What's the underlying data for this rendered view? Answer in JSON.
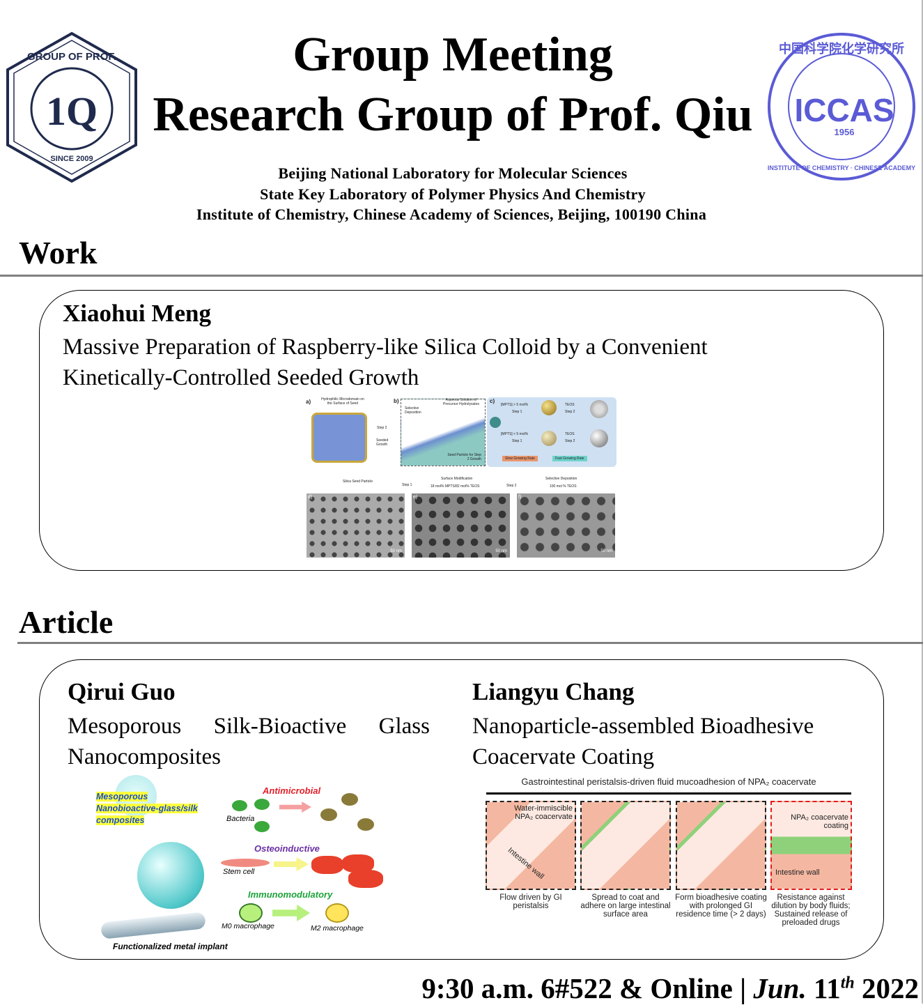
{
  "header": {
    "title": "Group Meeting",
    "subtitle": "Research Group of Prof. Qiu",
    "affiliations": [
      "Beijing National Laboratory for Molecular Sciences",
      "State Key Laboratory of Polymer Physics And Chemistry",
      "Institute of Chemistry, Chinese Academy of Sciences, Beijing, 100190 China"
    ],
    "logo_left": {
      "text": "RESEARCH GROUP OF PROF. DONG QIU",
      "since": "SINCE 2009"
    },
    "logo_right": {
      "text": "ICCAS",
      "year": "1956",
      "ring": "INSTITUTE OF CHEMISTRY CHINESE ACADEMY OF SCIENCES",
      "cn": "中国科学院化学研究所"
    }
  },
  "work": {
    "heading": "Work",
    "presenter": "Xiaohui Meng",
    "title_line1": "Massive Preparation of Raspberry-like Silica Colloid by a Convenient",
    "title_line2": "Kinetically-Controlled Seeded Growth",
    "figure": {
      "a_label": "a)",
      "a_note": "Hydrophilic Microdomain on the Surface of Seed",
      "b_label": "b)",
      "b_notes": [
        "Selective Deposition",
        "Aqueous Solution of Precursor Hydrolysates",
        "Seed Particle for Step 2 Growth"
      ],
      "arrow1": "Step 2",
      "arrow1b": "Seeded Growth",
      "c_label": "c)",
      "c_notes": [
        "[MPTS] > 5 mol%",
        "Step 1",
        "[MPTS] < 5 mol%",
        "Step 1",
        "TEOS",
        "Step 2",
        "TEOS",
        "Step 2",
        "Slow Growing Rate",
        "Fast Growing Rate"
      ],
      "flow": [
        "Silica Seed Particle",
        "Step 1",
        "Surface Modification",
        "18 mol% MPTS/82 mol% TEOS",
        "Step 2",
        "Selective Deposition",
        "100 mol % TEOS"
      ],
      "panels": [
        "d)",
        "e)",
        "f)"
      ],
      "scale": "50 nm"
    }
  },
  "article": {
    "heading": "Article",
    "left": {
      "presenter": "Qirui Guo",
      "title_line1": "Mesoporous Silk-Bioactive Glass",
      "title_line2": "Nanocomposites",
      "figure": {
        "label1": "Mesoporous",
        "label2": "Nanobioactive-glass/silk",
        "label3": "composites",
        "antimicrobial": "Antimicrobial",
        "bacteria": "Bacteria",
        "osteo": "Osteoinductive",
        "stem": "Stem cell",
        "immuno": "Immunomodulatory",
        "m0": "M0 macrophage",
        "m2": "M2 macrophage",
        "implant": "Functionalized metal implant"
      }
    },
    "right": {
      "presenter": "Liangyu Chang",
      "title_line1": "Nanoparticle-assembled Bioadhesive",
      "title_line2": "Coacervate Coating",
      "figure": {
        "header": "Gastrointestinal peristalsis-driven fluid mucoadhesion of NPA₂ coacervate",
        "p1": "Water-immiscible NPA₂ coacervate",
        "p1wall": "Intestine wall",
        "p4a": "NPA₂ coacervate coating",
        "p4b": "Intestine wall",
        "captions": [
          "Flow driven by GI peristalsis",
          "Spread to coat and adhere on large intestinal surface area",
          "Form bioadhesive coating with prolonged GI residence time (> 2 days)",
          "Resistance against dilution by body fluids; Sustained release of preloaded drugs"
        ]
      }
    }
  },
  "footer": {
    "time": "9:30 a.m. 6#522 & Online | ",
    "month": "Jun.",
    "day": " 11",
    "sup": "th",
    "year": " 2022"
  }
}
